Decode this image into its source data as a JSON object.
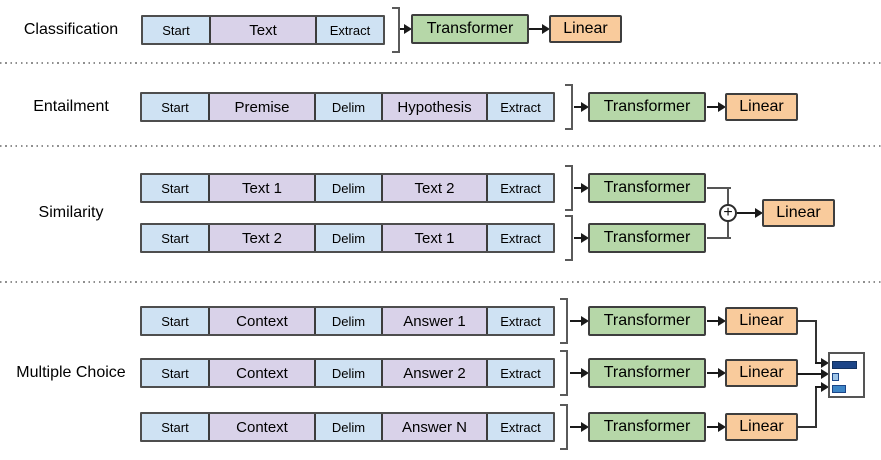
{
  "sections": {
    "classification": {
      "label": "Classification",
      "sequence": [
        "Start",
        "Text",
        "Extract"
      ]
    },
    "entailment": {
      "label": "Entailment",
      "sequence": [
        "Start",
        "Premise",
        "Delim",
        "Hypothesis",
        "Extract"
      ]
    },
    "similarity": {
      "label": "Similarity",
      "sequences": [
        [
          "Start",
          "Text 1",
          "Delim",
          "Text 2",
          "Extract"
        ],
        [
          "Start",
          "Text 2",
          "Delim",
          "Text 1",
          "Extract"
        ]
      ]
    },
    "multiple_choice": {
      "label": "Multiple Choice",
      "sequences": [
        [
          "Start",
          "Context",
          "Delim",
          "Answer 1",
          "Extract"
        ],
        [
          "Start",
          "Context",
          "Delim",
          "Answer 2",
          "Extract"
        ],
        [
          "Start",
          "Context",
          "Delim",
          "Answer N",
          "Extract"
        ]
      ]
    }
  },
  "blocks": {
    "transformer": "Transformer",
    "linear": "Linear"
  },
  "operators": {
    "sum": "+"
  },
  "output_distribution": {
    "type": "bar",
    "orientation": "horizontal",
    "bars_relative_width": [
      0.72,
      0.2,
      0.4
    ],
    "bar_colors": [
      "#1c4587",
      "#9fc5e8",
      "#3d85c6"
    ]
  },
  "colors": {
    "token_cell_blue": "#cfe2f3",
    "span_cell_purple": "#d9d2e9",
    "transformer_green": "#b6d7a8",
    "linear_orange": "#f9cb9c",
    "border_dark": "#3c3c3c",
    "bracket_gray": "#5a5a5a",
    "dotted_separator_gray": "#8f8f8f"
  }
}
